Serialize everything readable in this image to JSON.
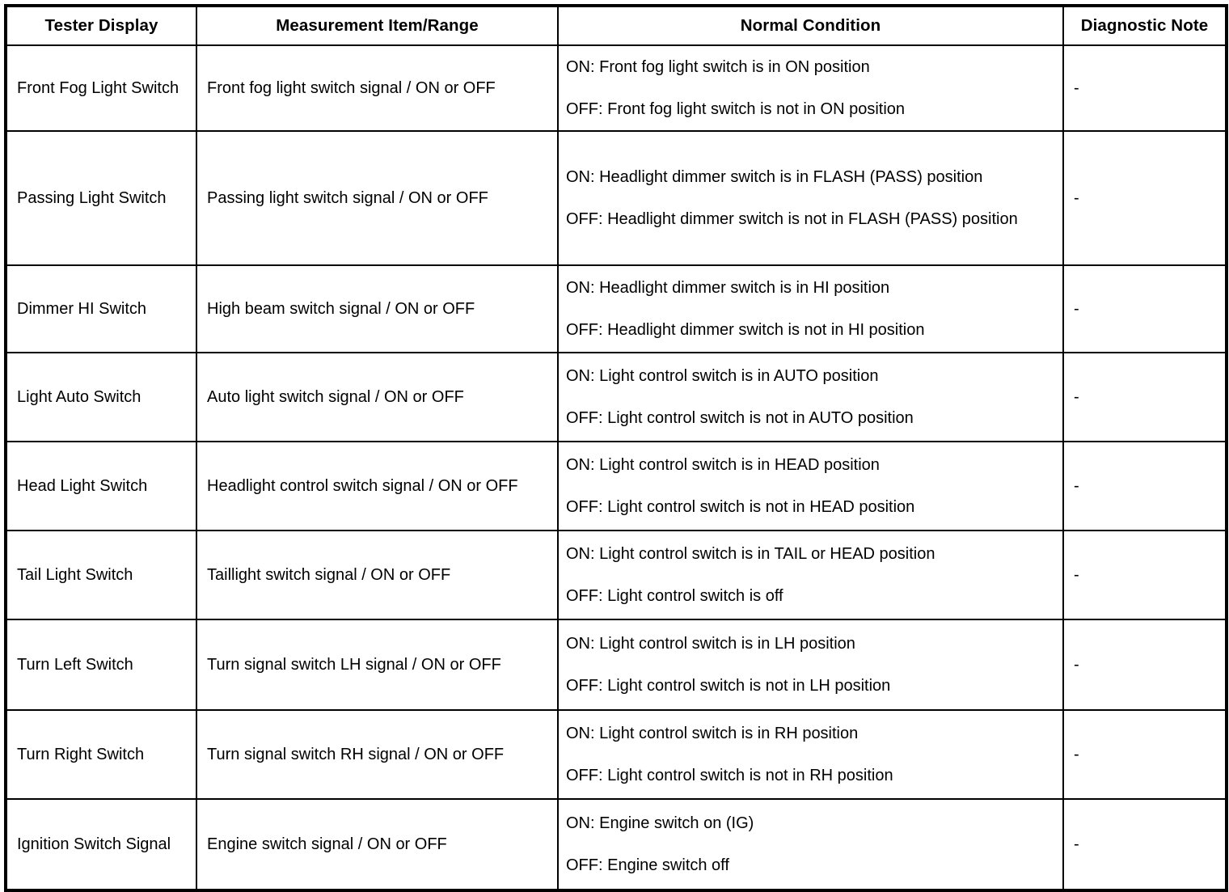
{
  "table": {
    "columns": [
      {
        "key": "tester_display",
        "label": "Tester Display"
      },
      {
        "key": "measurement_item_range",
        "label": "Measurement Item/Range"
      },
      {
        "key": "normal_condition",
        "label": "Normal Condition"
      },
      {
        "key": "diagnostic_note",
        "label": "Diagnostic Note"
      }
    ],
    "rows": [
      {
        "tester_display": "Front Fog Light Switch",
        "measurement_item_range": "Front fog light switch signal / ON or OFF",
        "condition_on": "ON: Front fog light switch is in ON position",
        "condition_off": "OFF: Front fog light switch is not in ON position",
        "diagnostic_note": "-"
      },
      {
        "tester_display": "Passing Light Switch",
        "measurement_item_range": "Passing light switch signal / ON or OFF",
        "condition_on": "ON: Headlight dimmer switch is in FLASH (PASS) position",
        "condition_off": "OFF: Headlight dimmer switch is not in FLASH (PASS) position",
        "diagnostic_note": "-"
      },
      {
        "tester_display": "Dimmer HI Switch",
        "measurement_item_range": "High beam switch signal / ON or OFF",
        "condition_on": "ON: Headlight dimmer switch is in HI position",
        "condition_off": "OFF: Headlight dimmer switch is not in HI position",
        "diagnostic_note": "-"
      },
      {
        "tester_display": "Light Auto Switch",
        "measurement_item_range": "Auto light switch signal / ON or OFF",
        "condition_on": "ON: Light control switch is in AUTO position",
        "condition_off": "OFF: Light control switch is not in AUTO position",
        "diagnostic_note": "-"
      },
      {
        "tester_display": "Head Light Switch",
        "measurement_item_range": "Headlight control switch signal / ON or OFF",
        "condition_on": "ON: Light control switch is in HEAD position",
        "condition_off": "OFF: Light control switch is not in HEAD position",
        "diagnostic_note": "-"
      },
      {
        "tester_display": "Tail Light Switch",
        "measurement_item_range": "Taillight switch signal / ON or OFF",
        "condition_on": "ON: Light control switch is in TAIL or HEAD position",
        "condition_off": "OFF: Light control switch is off",
        "diagnostic_note": "-"
      },
      {
        "tester_display": "Turn Left Switch",
        "measurement_item_range": "Turn signal switch LH signal / ON or OFF",
        "condition_on": "ON: Light control switch is in LH position",
        "condition_off": "OFF: Light control switch is not in LH position",
        "diagnostic_note": "-"
      },
      {
        "tester_display": "Turn Right Switch",
        "measurement_item_range": "Turn signal switch RH signal / ON or OFF",
        "condition_on": "ON: Light control switch is in RH position",
        "condition_off": "OFF: Light control switch is not in RH position",
        "diagnostic_note": "-"
      },
      {
        "tester_display": "Ignition Switch Signal",
        "measurement_item_range": "Engine switch signal / ON or OFF",
        "condition_on": "ON: Engine switch on (IG)",
        "condition_off": "OFF: Engine switch off",
        "diagnostic_note": "-"
      }
    ]
  },
  "style": {
    "border_color": "#000000",
    "text_color": "#000000",
    "background": "#ffffff"
  }
}
